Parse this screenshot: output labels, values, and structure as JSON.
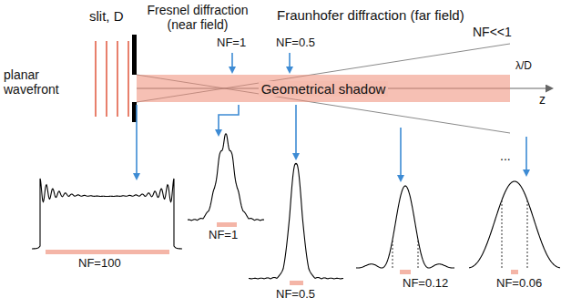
{
  "diagram": {
    "nodes": [
      {
        "text": [
          "Geometrical shadow"
        ]
      }
    ],
    "labels": [
      "slit, D",
      "Fresnel diffraction (near field)",
      "Fraunhofer diffraction (far field)",
      "NF=1",
      "NF=0.5",
      "NF<<1",
      "planar wavefront",
      "λ/D",
      "z",
      "NF=100",
      "NF=1",
      "NF=0.5",
      "NF=0.12",
      "NF=0.06",
      "..."
    ]
  }
}
